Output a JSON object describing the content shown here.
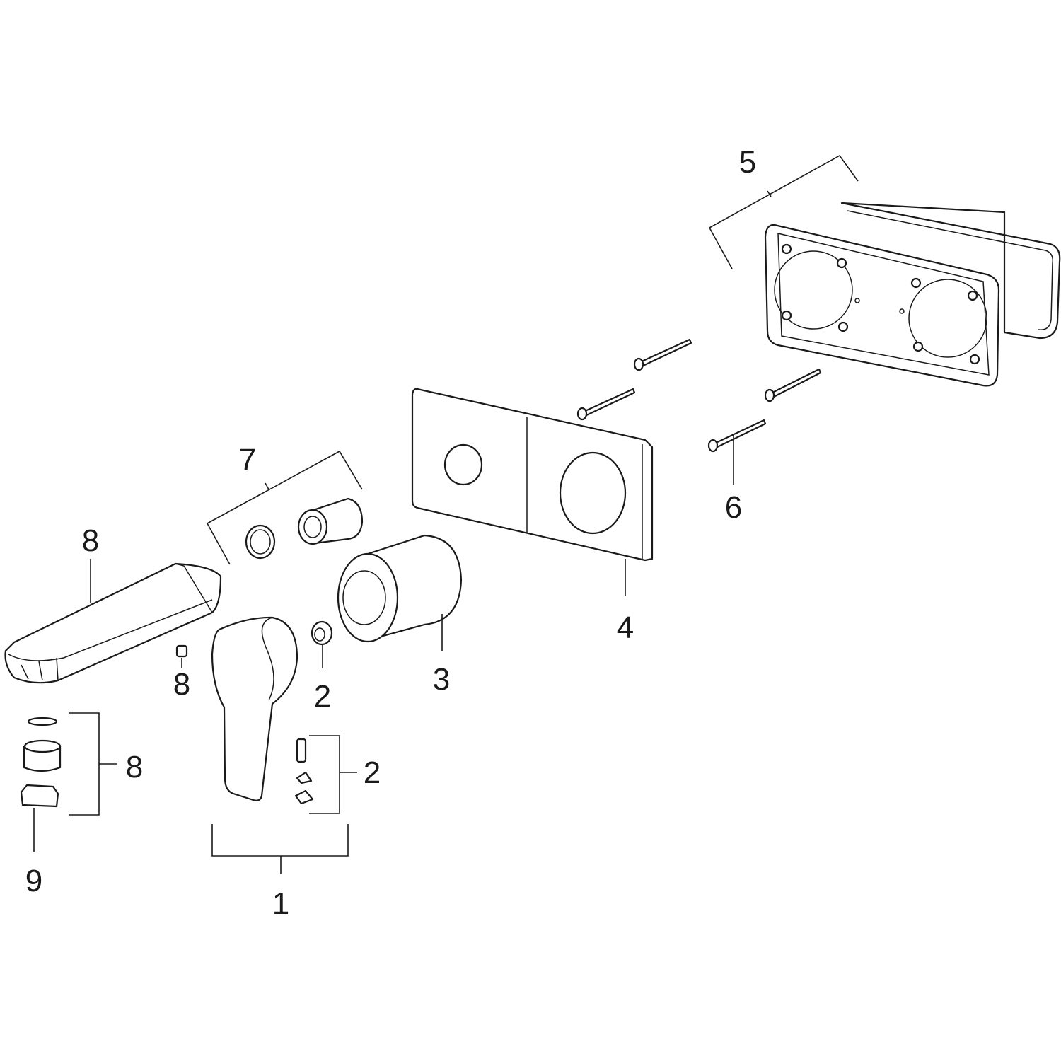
{
  "diagram": {
    "type": "exploded-parts-view",
    "labels": {
      "set_1": "1",
      "screw_2a": "2",
      "screw_set_2b": "2",
      "sleeve_3": "3",
      "cover_plate_4": "4",
      "mounting_set_5": "5",
      "screws_6": "6",
      "cartridge_set_7": "7",
      "spout_8": "8",
      "plug_8": "8",
      "aerator_set_8": "8",
      "aerator_key_9": "9"
    }
  }
}
